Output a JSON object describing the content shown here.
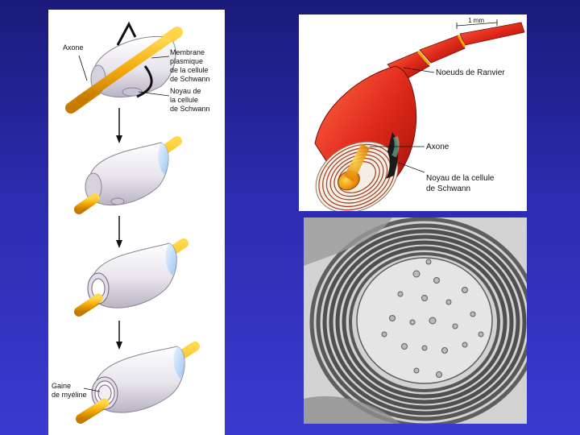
{
  "left": {
    "axone": "Axone",
    "membrane": [
      "Membrane",
      "plasmique",
      "de la cellule",
      "de Schwann"
    ],
    "noyau": [
      "Noyau de",
      "la cellule",
      "de Schwann"
    ],
    "gaine": [
      "Gaine",
      "de myéline"
    ]
  },
  "right": {
    "scale": "1 mm",
    "noeuds": "Noeuds de Ranvier",
    "axone": "Axone",
    "noyau": [
      "Noyau de la cellule",
      "de Schwann"
    ]
  },
  "colors": {
    "background": "#2c2cb0",
    "axon": "#f5a800",
    "myelin_red": "#d8231a",
    "panel": "#ffffff"
  }
}
